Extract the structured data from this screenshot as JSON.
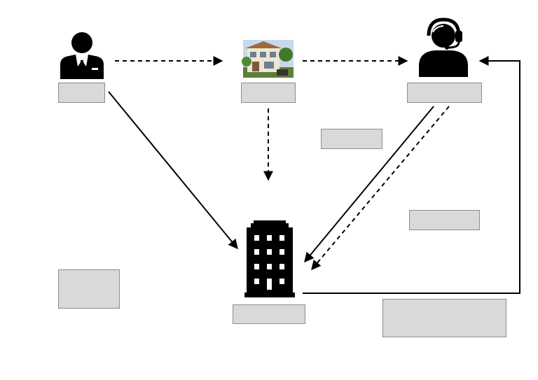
{
  "diagram": {
    "nodes": [
      {
        "id": "businessman",
        "icon": "businessman-icon",
        "label": ""
      },
      {
        "id": "house",
        "icon": "house-photo",
        "label": ""
      },
      {
        "id": "agent",
        "icon": "headset-agent-icon",
        "label": ""
      },
      {
        "id": "building",
        "icon": "office-building-icon",
        "label": ""
      }
    ],
    "edge_labels": {
      "center": "",
      "right": "",
      "left": "",
      "bottom_right": ""
    },
    "edges": [
      {
        "from": "businessman",
        "to": "house",
        "style": "dashed"
      },
      {
        "from": "house",
        "to": "agent",
        "style": "dashed"
      },
      {
        "from": "house",
        "to": "building",
        "style": "dashed"
      },
      {
        "from": "businessman",
        "to": "building",
        "style": "solid"
      },
      {
        "from": "agent",
        "to": "building",
        "style": "solid"
      },
      {
        "from": "agent",
        "to": "building",
        "style": "dashed"
      },
      {
        "from": "building",
        "to": "agent",
        "style": "solid"
      }
    ],
    "colors": {
      "label_fill": "#d9d9d9",
      "label_border": "#8c8c8c",
      "stroke": "#000000"
    }
  }
}
